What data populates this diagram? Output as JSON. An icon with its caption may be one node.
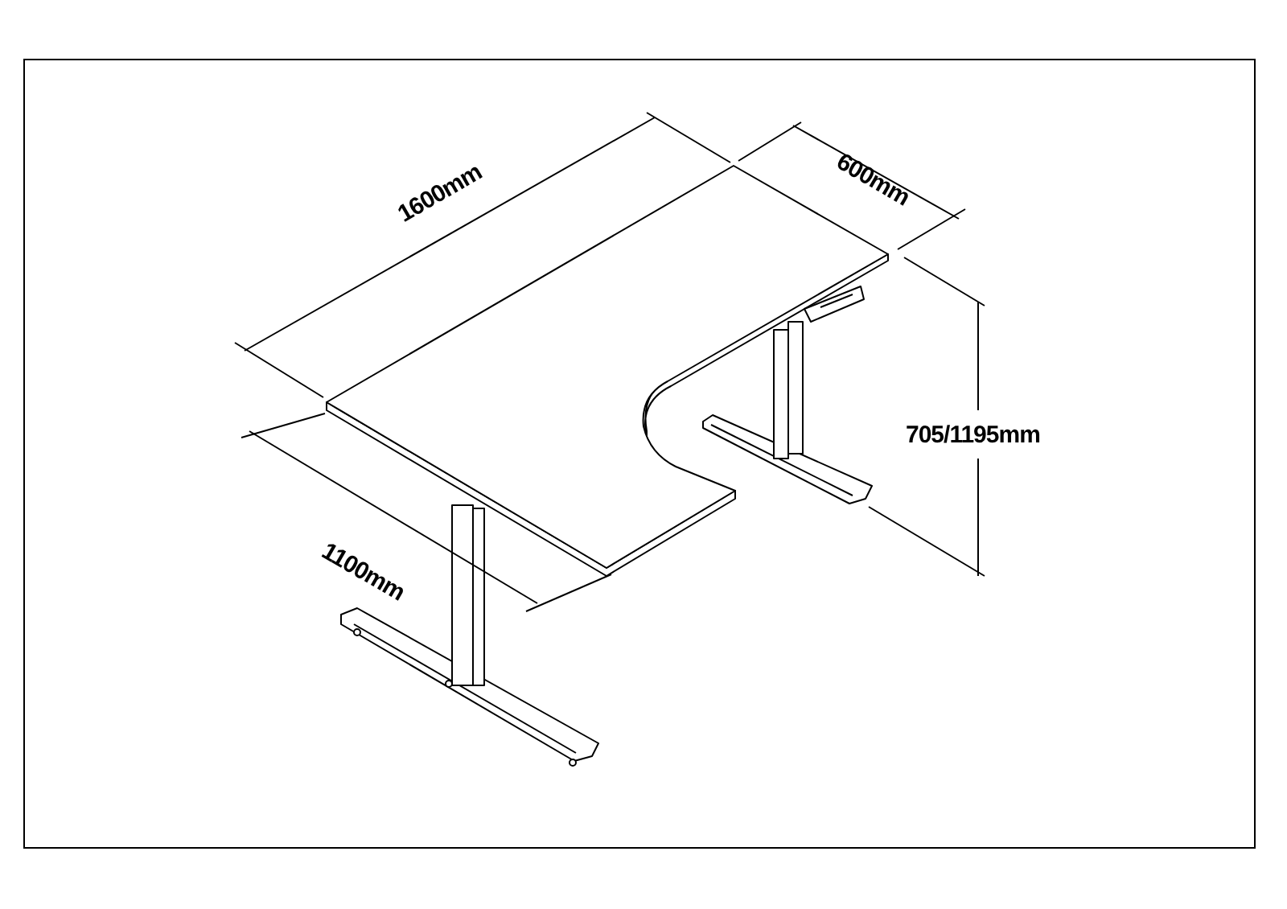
{
  "diagram": {
    "labels": [
      "1600mm",
      "600mm",
      "705/1195mm",
      "1100mm"
    ]
  }
}
